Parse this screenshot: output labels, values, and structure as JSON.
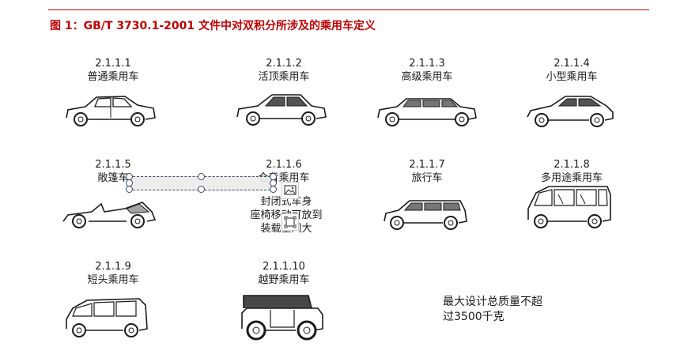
{
  "figure": {
    "title": "图 1：GB/T 3730.1-2001 文件中对双积分所涉及的乘用车定义"
  },
  "colors": {
    "title": "#c00000",
    "rule": "#c0000b",
    "ink": "#1a1a1a",
    "selection": "#3b4a6b"
  },
  "vehicles": [
    {
      "code": "2.1.1.1",
      "name": "普通乘用车",
      "icon": "sedan-car-icon"
    },
    {
      "code": "2.1.1.2",
      "name": "活顶乘用车",
      "icon": "convertible-top-sedan-icon"
    },
    {
      "code": "2.1.1.3",
      "name": "高级乘用车",
      "icon": "limousine-icon"
    },
    {
      "code": "2.1.1.4",
      "name": "小型乘用车",
      "icon": "hatchback-icon"
    },
    {
      "code": "2.1.1.5",
      "name": "敞篷车",
      "icon": "roadster-icon"
    },
    {
      "code": "2.1.1.6",
      "name": "仓背乘用车",
      "icon": "hatchback-sedan-icon"
    },
    {
      "code": "2.1.1.7",
      "name": "旅行车",
      "icon": "station-wagon-icon"
    },
    {
      "code": "2.1.1.8",
      "name": "多用途乘用车",
      "icon": "mpv-icon"
    },
    {
      "code": "2.1.1.9",
      "name": "短头乘用车",
      "icon": "short-nose-van-icon"
    },
    {
      "code": "2.1.1.10",
      "name": "越野乘用车",
      "icon": "off-road-vehicle-icon"
    }
  ],
  "partial_note": {
    "line1": "封闭式车身",
    "line2": "座椅移动可放到",
    "line3": "装载空间大"
  },
  "final_note": {
    "line1": "最大设计总质量不超",
    "line2": "过3500千克"
  },
  "toolbar": {
    "image_icon": "image-icon",
    "frame_icon": "frame-icon"
  }
}
